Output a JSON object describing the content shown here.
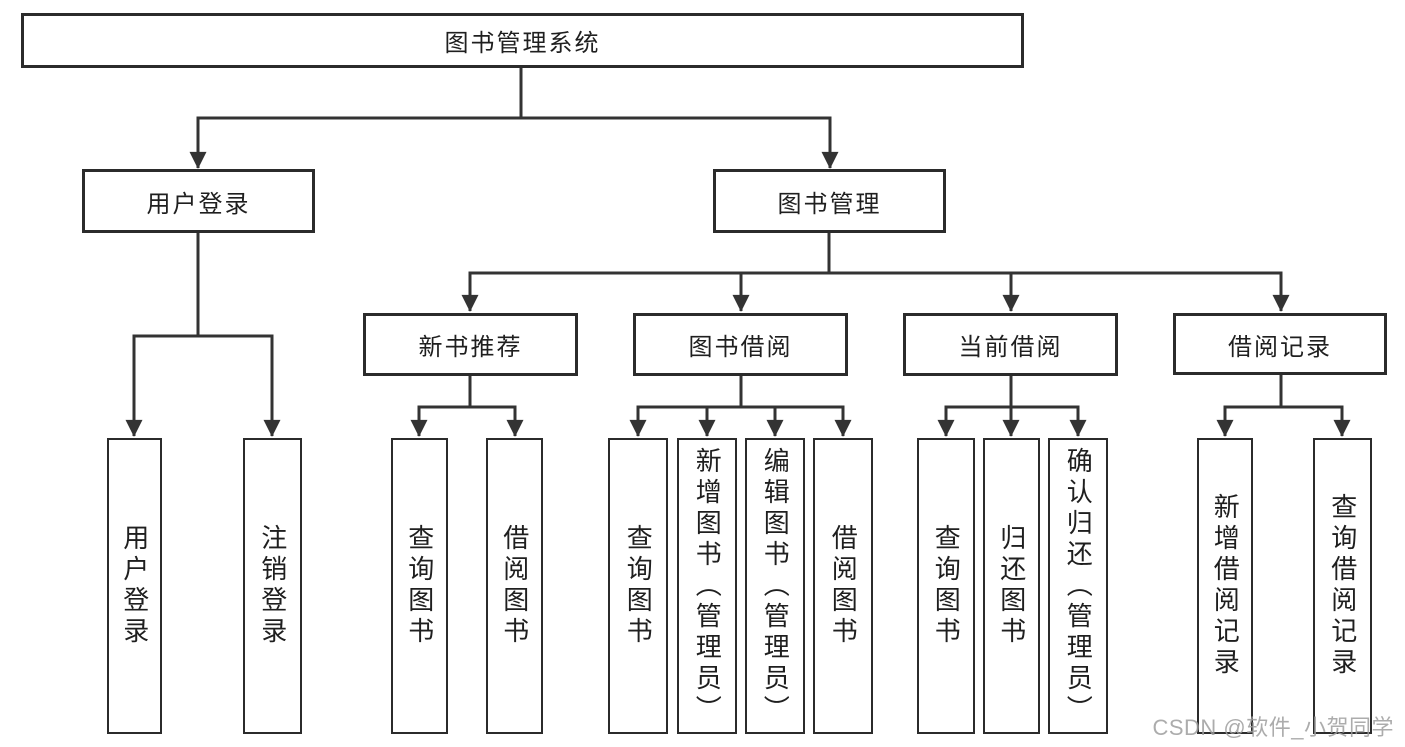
{
  "diagram": {
    "title": "图书管理系统",
    "nodes": [
      {
        "id": "root",
        "label": "图书管理系统",
        "parent": null,
        "level": 1
      },
      {
        "id": "user-login",
        "label": "用户登录",
        "parent": "root",
        "level": 2
      },
      {
        "id": "book-mgmt",
        "label": "图书管理",
        "parent": "root",
        "level": 2
      },
      {
        "id": "new-book-rec",
        "label": "新书推荐",
        "parent": "book-mgmt",
        "level": 3
      },
      {
        "id": "book-borrow",
        "label": "图书借阅",
        "parent": "book-mgmt",
        "level": 3
      },
      {
        "id": "current-borrow",
        "label": "当前借阅",
        "parent": "book-mgmt",
        "level": 3
      },
      {
        "id": "borrow-record",
        "label": "借阅记录",
        "parent": "book-mgmt",
        "level": 3
      },
      {
        "id": "ul-login",
        "label": "用户登录",
        "parent": "user-login",
        "level": 4
      },
      {
        "id": "ul-logout",
        "label": "注销登录",
        "parent": "user-login",
        "level": 4
      },
      {
        "id": "nb-query",
        "label": "查询图书",
        "parent": "new-book-rec",
        "level": 4
      },
      {
        "id": "nb-borrow",
        "label": "借阅图书",
        "parent": "new-book-rec",
        "level": 4
      },
      {
        "id": "bb-query",
        "label": "查询图书",
        "parent": "book-borrow",
        "level": 4
      },
      {
        "id": "bb-add",
        "label": "新增图书（管理员）",
        "parent": "book-borrow",
        "level": 4
      },
      {
        "id": "bb-edit",
        "label": "编辑图书（管理员）",
        "parent": "book-borrow",
        "level": 4
      },
      {
        "id": "bb-borrow",
        "label": "借阅图书",
        "parent": "book-borrow",
        "level": 4
      },
      {
        "id": "cb-query",
        "label": "查询图书",
        "parent": "current-borrow",
        "level": 4
      },
      {
        "id": "cb-return",
        "label": "归还图书",
        "parent": "current-borrow",
        "level": 4
      },
      {
        "id": "cb-confirm",
        "label": "确认归还（管理员）",
        "parent": "current-borrow",
        "level": 4
      },
      {
        "id": "br-add",
        "label": "新增借阅记录",
        "parent": "borrow-record",
        "level": 4
      },
      {
        "id": "br-query",
        "label": "查询借阅记录",
        "parent": "borrow-record",
        "level": 4
      }
    ]
  },
  "watermark": {
    "text": "CSDN @软件_小贺同学"
  },
  "colors": {
    "line": "#333333",
    "box_border": "#2b2b2b",
    "box_fill": "#ffffff",
    "text": "#1f1f1f",
    "watermark": "#9e9e9e",
    "background": "#ffffff"
  }
}
